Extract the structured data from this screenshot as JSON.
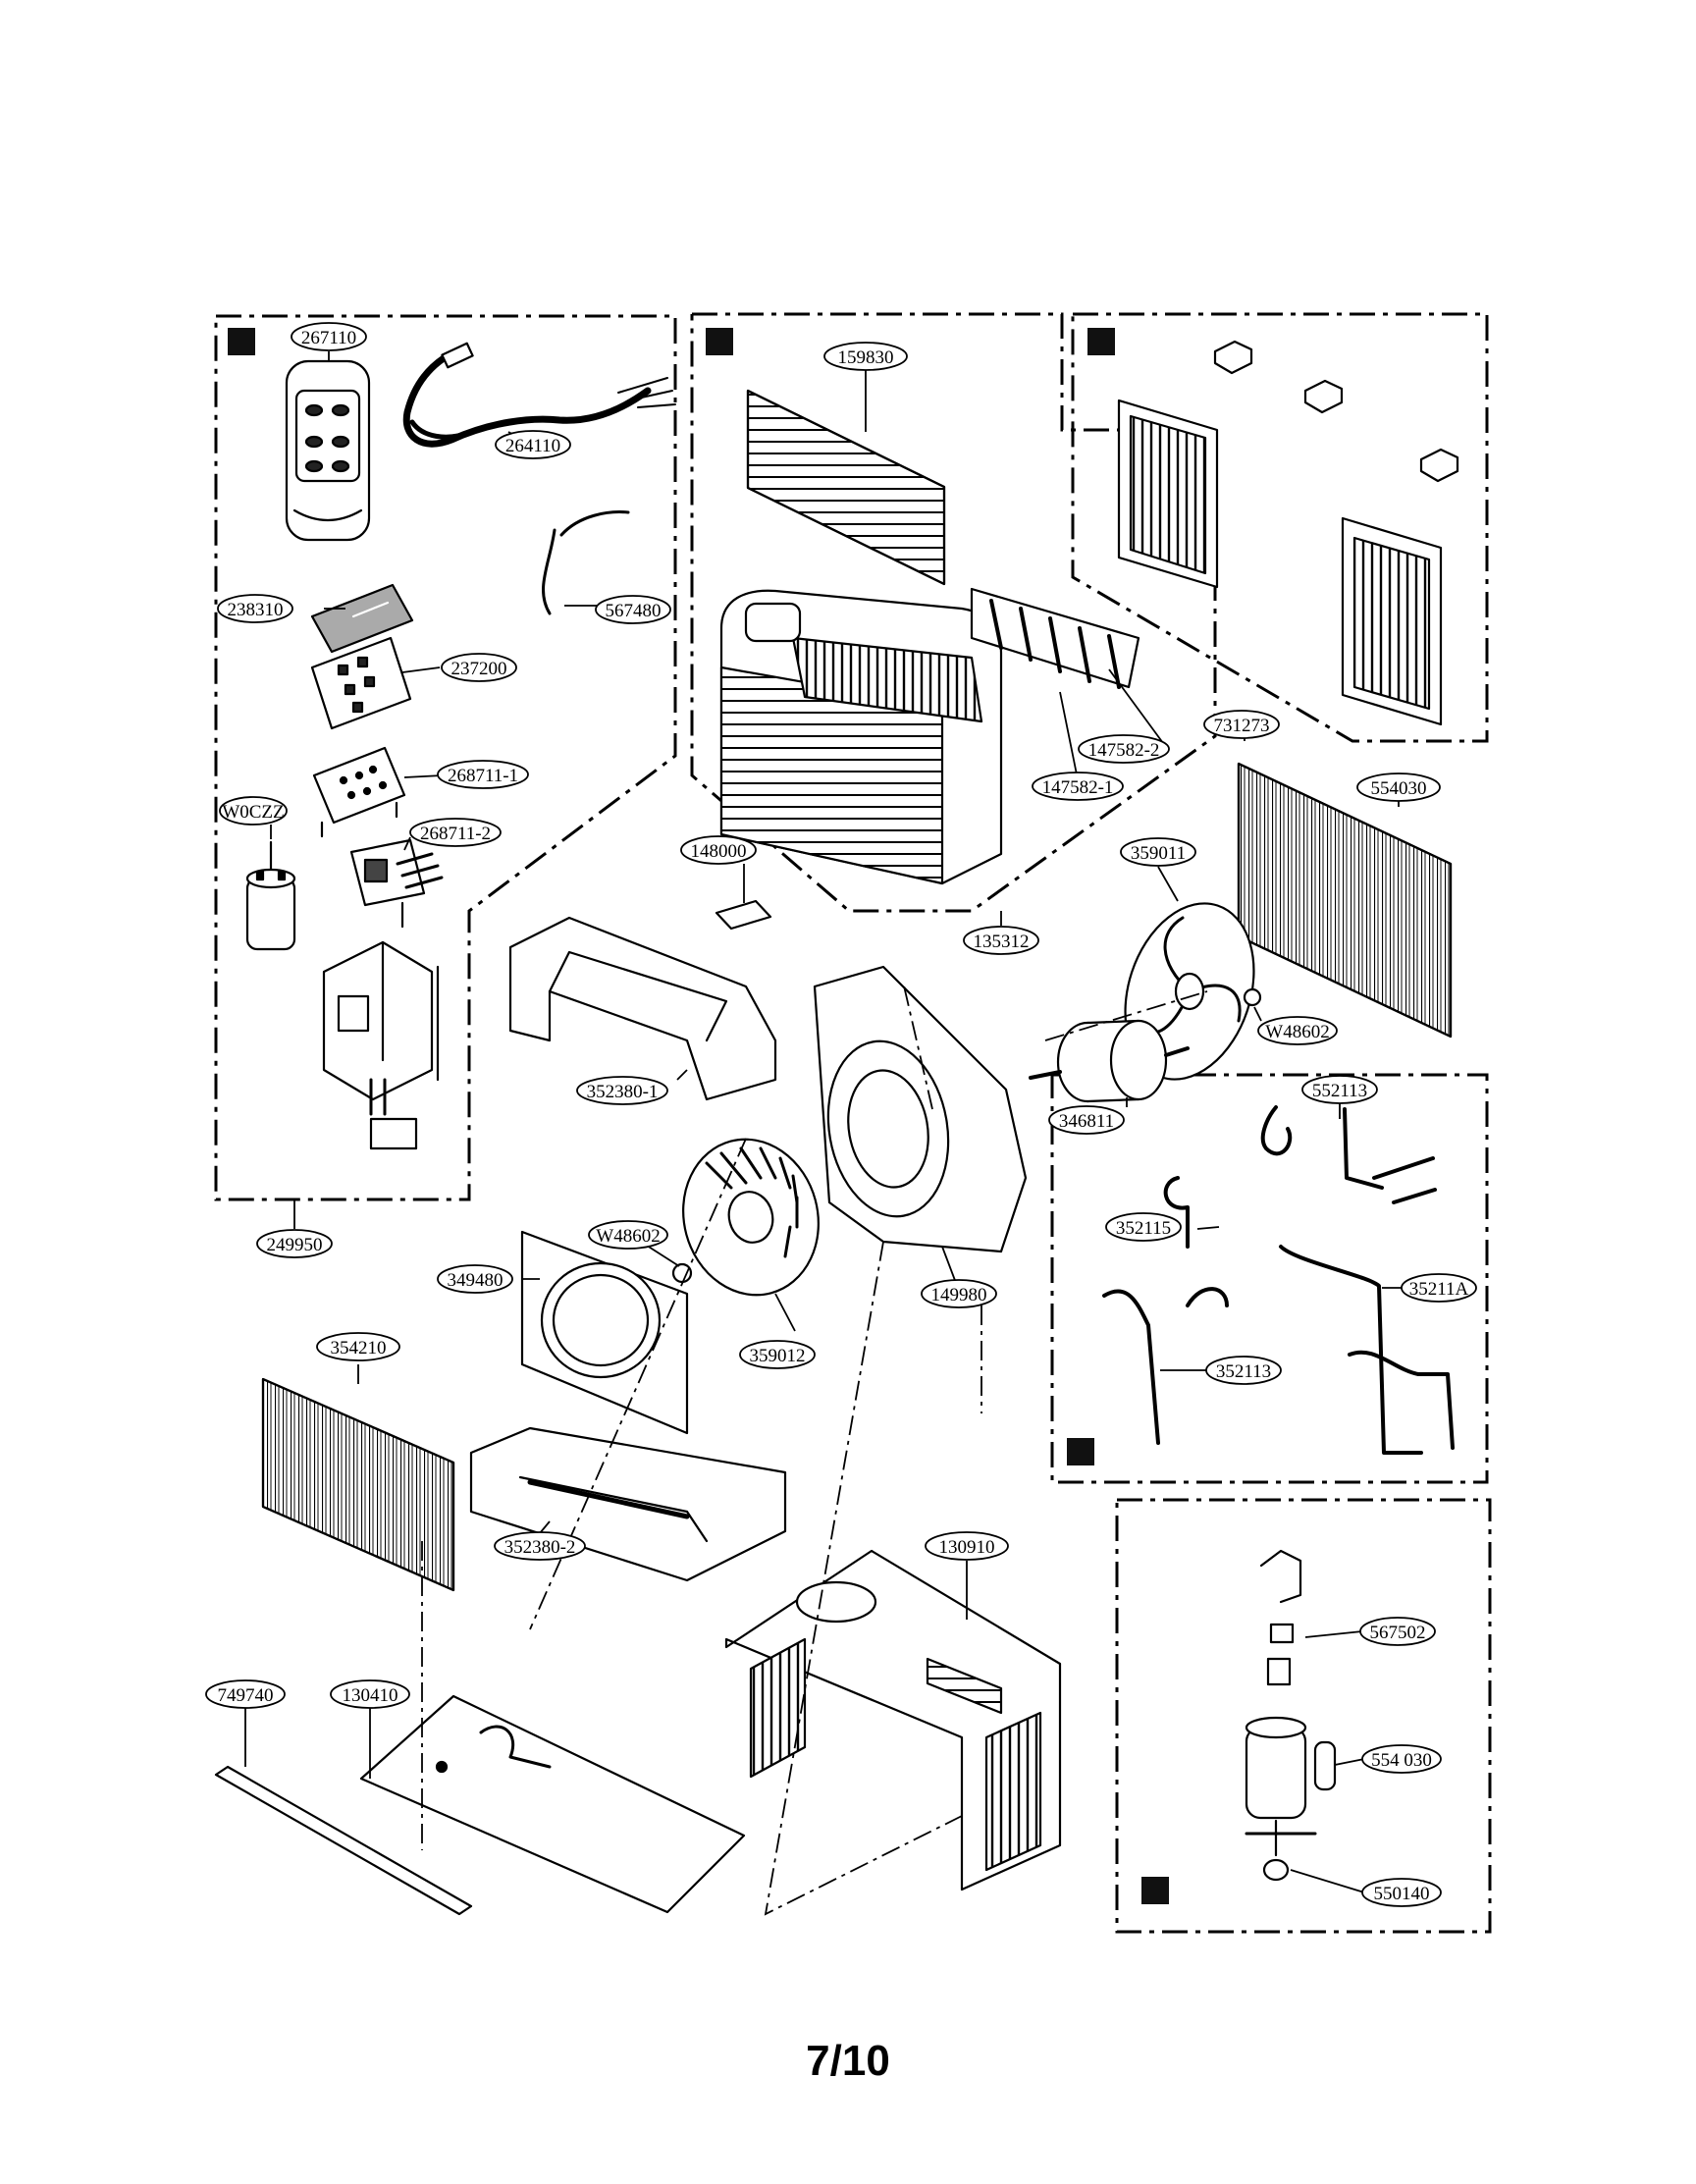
{
  "page_number": "7/10",
  "part_labels": {
    "p267110": "267110",
    "p264110": "264110",
    "p238310": "238310",
    "p567480": "567480",
    "p237200": "237200",
    "p268711_1": "268711-1",
    "p268711_2": "268711-2",
    "pW0CZZ": "W0CZZ",
    "p249950": "249950",
    "p159830": "159830",
    "p147582_2": "147582-2",
    "p147582_1": "147582-1",
    "p135312": "135312",
    "p148000": "148000",
    "p731273": "731273",
    "p554030a": "554030",
    "p359011": "359011",
    "pW48602a": "W48602",
    "p346811": "346811",
    "p352380_1": "352380-1",
    "pW48602b": "W48602",
    "p349480": "349480",
    "p359012": "359012",
    "p149980": "149980",
    "p354210": "354210",
    "p352380_2": "352380-2",
    "p552113a": "552113",
    "p352115": "352115",
    "p35211A": "35211A",
    "p352113": "352113",
    "p130910": "130910",
    "p749740": "749740",
    "p130410": "130410",
    "p567502": "567502",
    "p554030b": "554 030",
    "p550140": "550140"
  }
}
